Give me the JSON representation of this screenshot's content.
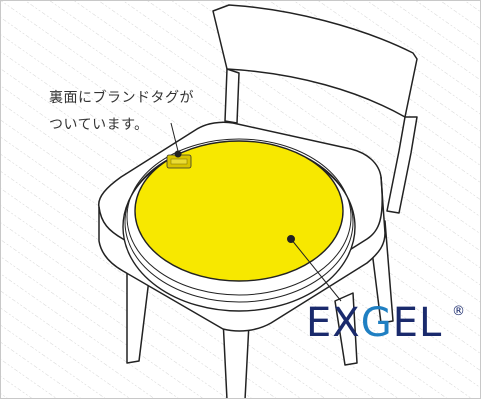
{
  "caption": {
    "line1": "裏面にブランドタグが",
    "line2": "ついています。"
  },
  "brand": {
    "part1": "EX",
    "part2": "G",
    "part3": "EL",
    "registered": "®"
  },
  "colors": {
    "cushion": "#f7e800",
    "brand_navy": "#1a2a6c",
    "brand_blue": "#1f7fc2",
    "tag": "#c8b400"
  }
}
